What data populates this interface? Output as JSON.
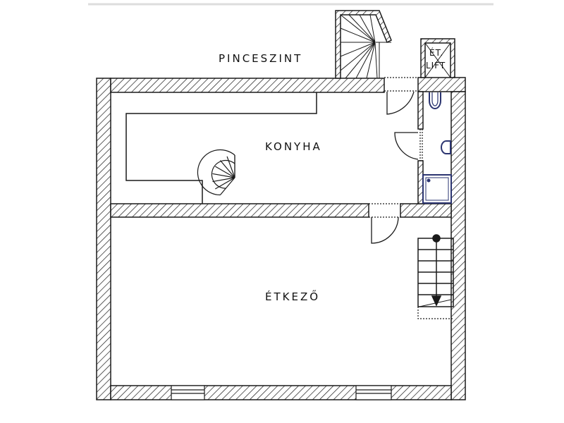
{
  "plan": {
    "title": "PINCESZINT",
    "rooms": {
      "kitchen": "KONYHA",
      "dining": "ÉTKEZŐ"
    },
    "lift": {
      "line1": "ÉT.",
      "line2": "LIFT"
    }
  },
  "colors": {
    "wall": "#1a1a1a",
    "fixture": "#2b3470"
  }
}
